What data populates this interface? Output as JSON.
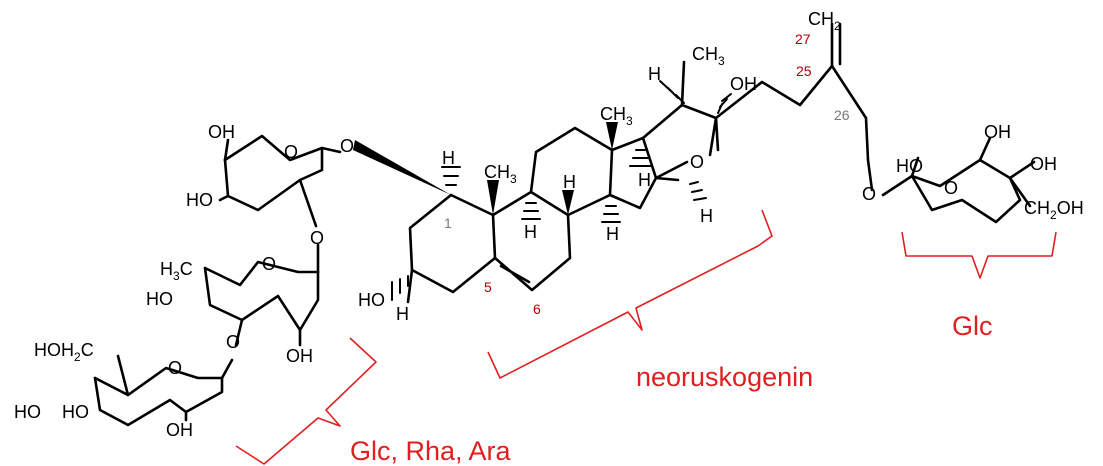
{
  "labels": {
    "aglycone": "neoruskogenin",
    "glc_right": "Glc",
    "sugars_left": "Glc, Rha, Ara"
  },
  "atoms": {
    "ch2_top": "CH",
    "ch2_top_sub": "2",
    "ch3_top": "CH",
    "ch3_top_sub": "3",
    "oh_22": "OH",
    "h_20": "H",
    "ch3_18": "CH",
    "ch3_18_sub": "3",
    "h_14": "H",
    "o_ring_e": "O",
    "h_16": "H",
    "ch3_19": "CH",
    "ch3_19_sub": "3",
    "h_1": "H",
    "h_9": "H",
    "h_8": "H",
    "h_14b": "H",
    "o_ara_link": "O",
    "o_ara_ring": "O",
    "oh_ara_top": "OH",
    "ho_ara": "HO",
    "o_ara_rha": "O",
    "h3c_rha": "H",
    "h3c_rha_sub": "3",
    "h3c_rha_c": "C",
    "o_rha_ring": "O",
    "ho_rha": "HO",
    "oh_rha": "OH",
    "o_rha_glc": "O",
    "hoh2c_glc": "HOH",
    "hoh2c_glc_sub": "2",
    "hoh2c_glc_c": "C",
    "o_glc_ring": "O",
    "ho_glc_1": "HO",
    "ho_glc_2": "HO",
    "oh_glc": "OH",
    "ho_3": "HO",
    "h_3": "H",
    "o_glc_link": "O",
    "o_glcr_ring": "O",
    "ho_glcr": "HO",
    "oh_glcr_1": "OH",
    "oh_glcr_2": "OH",
    "ch2oh_glcr": "CH",
    "ch2oh_glcr_sub": "2",
    "ch2oh_glcr_oh": "OH"
  },
  "numbers": {
    "n27": "27",
    "n25": "25",
    "n26": "26",
    "n1": "1",
    "n5": "5",
    "n6": "6"
  },
  "colors": {
    "annotation": "#e02020",
    "locant_red": "#b00000",
    "locant_gray": "#777777",
    "bond": "#000000"
  }
}
